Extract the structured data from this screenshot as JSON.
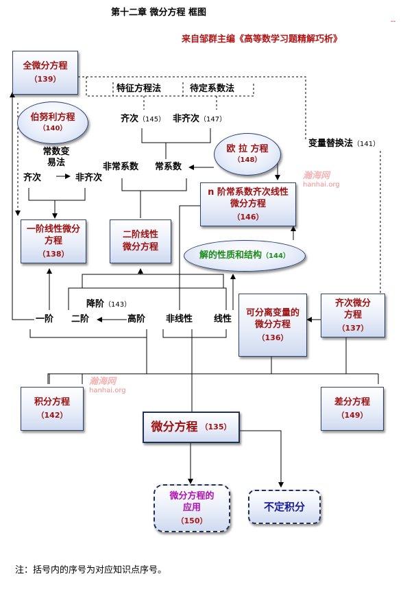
{
  "header": {
    "title": "第十二章  微分方程    框图",
    "source": "来自邹群主编《高等数学习题精解巧析》",
    "corner_mark": "--"
  },
  "nodes": {
    "full_de": {
      "label": "全微分方程",
      "num": "（139）"
    },
    "bernoulli": {
      "label": "伯努利方程",
      "num": "（140）"
    },
    "char_method": {
      "label": "特征方程法"
    },
    "undetermined": {
      "label": "待定系数法"
    },
    "homogeneous_145": {
      "label": "齐次",
      "num": "（145）"
    },
    "nonhomogeneous_147": {
      "label": "非齐次",
      "num": "（147）"
    },
    "euler": {
      "label": "欧 拉 方程",
      "num": "（148）"
    },
    "var_sub": {
      "label": "变量替换法",
      "num": "（141）"
    },
    "const_var": {
      "label": "常数变易法"
    },
    "homog_left": {
      "label": "齐次"
    },
    "nonhomog_left": {
      "label": "非齐次"
    },
    "noncoef": {
      "label": "非常系数"
    },
    "constcoef": {
      "label": "常系数"
    },
    "nth_order": {
      "label": "n 阶常系数齐次线性微分方程",
      "num": "（146）"
    },
    "first_linear": {
      "label": "一阶线性微分方程",
      "num": "（138）"
    },
    "second_linear": {
      "label": "二阶线性微分方程"
    },
    "solution_props": {
      "label": "解的性质和结构",
      "num": "（144）"
    },
    "reduce_order": {
      "label": "降阶",
      "num": "（143）"
    },
    "first_order": {
      "label": "一阶"
    },
    "second_order": {
      "label": "二阶"
    },
    "higher_order": {
      "label": "高阶"
    },
    "nonlinear": {
      "label": "非线性"
    },
    "linear": {
      "label": "线性"
    },
    "separable": {
      "label": "可分离变量的微分方程",
      "num": "（136）"
    },
    "homog_de": {
      "label": "齐次微分方程",
      "num": "（137）"
    },
    "integral_eq": {
      "label": "积分方程",
      "num": "（142）"
    },
    "difference_eq": {
      "label": "差分方程",
      "num": "（149）"
    },
    "main": {
      "label": "微分方程",
      "num": "（135）"
    },
    "application": {
      "label": "微分方程的应用",
      "num": "（150）"
    },
    "indefinite": {
      "label": "不定积分"
    }
  },
  "watermarks": [
    {
      "text": "瀚海网",
      "sub": "hanhai.org"
    },
    {
      "text": "瀚海网",
      "sub": "hanhai.org"
    }
  ],
  "footer": {
    "note": "注：括号内的序号为对应知识点序号。"
  }
}
